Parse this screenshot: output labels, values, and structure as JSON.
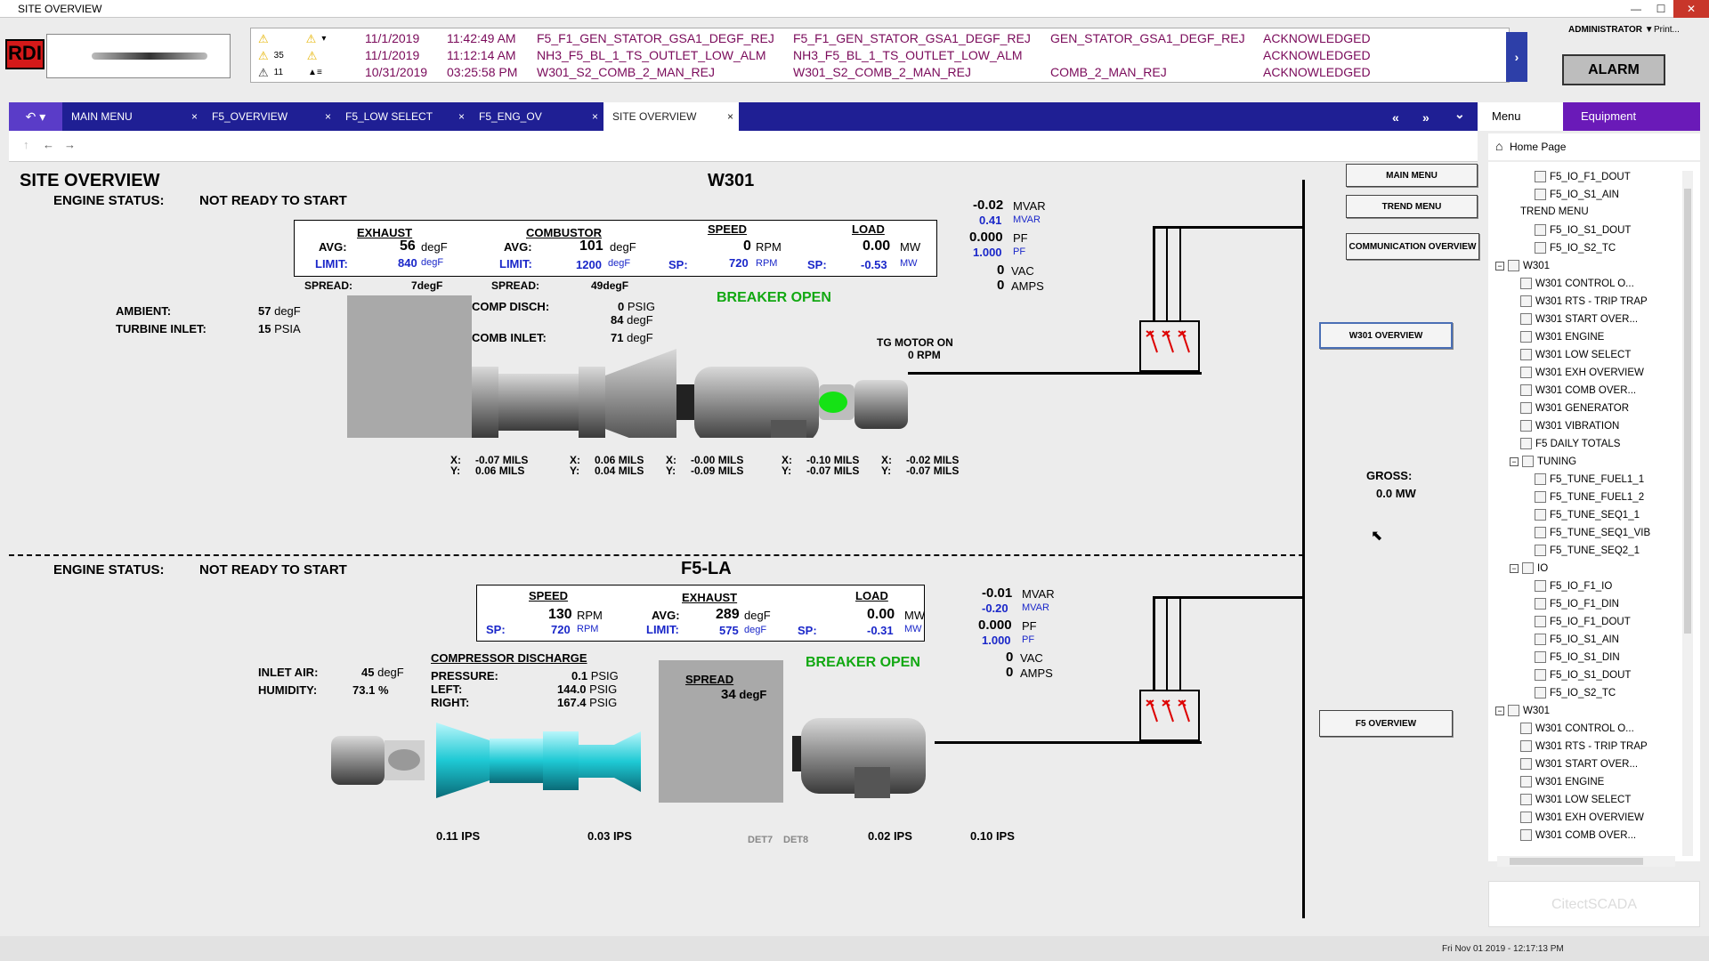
{
  "window": {
    "title": "SITE OVERVIEW",
    "min": "—",
    "max": "☐",
    "close": "✕"
  },
  "header": {
    "logo": "RDI",
    "admin": "ADMINISTRATOR ▼",
    "print": "Print...",
    "alarm_button": "ALARM",
    "next": "›",
    "icons": {
      "row1": "",
      "row2": "35",
      "row3": "11"
    }
  },
  "alarms": [
    {
      "date": "11/1/2019",
      "time": "11:42:49 AM",
      "tag": "F5_F1_GEN_STATOR_GSA1_DEGF_REJ",
      "desc": "F5_F1_GEN_STATOR_GSA1_DEGF_REJ",
      "equip": "GEN_STATOR_GSA1_DEGF_REJ",
      "state": "ACKNOWLEDGED"
    },
    {
      "date": "11/1/2019",
      "time": "11:12:14 AM",
      "tag": "NH3_F5_BL_1_TS_OUTLET_LOW_ALM",
      "desc": "NH3_F5_BL_1_TS_OUTLET_LOW_ALM",
      "equip": "",
      "state": "ACKNOWLEDGED"
    },
    {
      "date": "10/31/2019",
      "time": "03:25:58 PM",
      "tag": "W301_S2_COMB_2_MAN_REJ",
      "desc": "W301_S2_COMB_2_MAN_REJ",
      "equip": "COMB_2_MAN_REJ",
      "state": "ACKNOWLEDGED"
    }
  ],
  "tabs": [
    {
      "label": "MAIN MENU"
    },
    {
      "label": "F5_OVERVIEW"
    },
    {
      "label": "F5_LOW SELECT"
    },
    {
      "label": "F5_ENG_OV"
    },
    {
      "label": "SITE OVERVIEW"
    }
  ],
  "tab_close": "×",
  "nav": {
    "back_all": "«",
    "fwd_all": "»",
    "more": "⌄",
    "up": "↑",
    "back": "←",
    "fwd": "→",
    "corner": "↶ ▾"
  },
  "side_tabs": {
    "menu": "Menu",
    "equipment": "Equipment",
    "home": "Home Page"
  },
  "page": {
    "title": "SITE OVERVIEW"
  },
  "w301": {
    "name": "W301",
    "engine_status_label": "ENGINE STATUS:",
    "engine_status": "NOT READY TO START",
    "exhaust": "EXHAUST",
    "combustor": "COMBUSTOR",
    "speed": "SPEED",
    "load": "LOAD",
    "avg": "AVG:",
    "limit": "LIMIT:",
    "sp": "SP:",
    "exh_avg": "56",
    "exh_limit": "840",
    "comb_avg": "101",
    "comb_limit": "1200",
    "speed_val": "0",
    "speed_sp": "720",
    "load_val": "0.00",
    "load_sp": "-0.53",
    "degF": "degF",
    "rpm": "RPM",
    "mw": "MW",
    "spread": "SPREAD:",
    "spread1": "7",
    "spread2": "49",
    "spread_unit": "degF",
    "ambient_label": "AMBIENT:",
    "ambient": "57",
    "turbine_inlet_label": "TURBINE INLET:",
    "turbine_inlet": "15",
    "psia": "PSIA",
    "comp_disch_label": "COMP DISCH:",
    "comp_disch_psig": "0",
    "comp_disch_degf": "84",
    "comb_inlet_label": "COMB INLET:",
    "comb_inlet": "71",
    "psig": "PSIG",
    "breaker": "BREAKER OPEN",
    "tg_motor": "TG MOTOR ON",
    "tg_rpm": "0",
    "mvar": "-0.02",
    "mvar_sp": "0.41",
    "pf": "0.000",
    "pf_sp": "1.000",
    "vac": "0",
    "amps": "0",
    "mvar_u": "MVAR",
    "pf_u": "PF",
    "vac_u": "VAC",
    "amps_u": "AMPS",
    "vib": [
      {
        "x": "-0.07",
        "y": "0.06"
      },
      {
        "x": "0.06",
        "y": "0.04"
      },
      {
        "x": "-0.00",
        "y": "-0.09"
      },
      {
        "x": "-0.10",
        "y": "-0.07"
      },
      {
        "x": "-0.02",
        "y": "-0.07"
      }
    ],
    "xl": "X:",
    "yl": "Y:",
    "mils": "MILS"
  },
  "f5": {
    "name": "F5-LA",
    "engine_status_label": "ENGINE STATUS:",
    "engine_status": "NOT READY TO START",
    "speed": "SPEED",
    "exhaust": "EXHAUST",
    "load": "LOAD",
    "avg": "AVG:",
    "limit": "LIMIT:",
    "sp": "SP:",
    "speed_val": "130",
    "speed_sp": "720",
    "exh_avg": "289",
    "exh_limit": "575",
    "load_val": "0.00",
    "load_sp": "-0.31",
    "degF": "degF",
    "rpm": "RPM",
    "mw": "MW",
    "inlet_air_label": "INLET AIR:",
    "inlet_air": "45",
    "humidity_label": "HUMIDITY:",
    "humidity": "73.1",
    "pct": "%",
    "comp_disch": "COMPRESSOR DISCHARGE",
    "pressure_label": "PRESSURE:",
    "pressure": "0.1",
    "left_label": "LEFT:",
    "left": "144.0",
    "right_label": "RIGHT:",
    "right": "167.4",
    "psig": "PSIG",
    "spread": "SPREAD",
    "spread_val": "34",
    "breaker": "BREAKER OPEN",
    "mvar": "-0.01",
    "mvar_sp": "-0.20",
    "pf": "0.000",
    "pf_sp": "1.000",
    "vac": "0",
    "amps": "0",
    "mvar_u": "MVAR",
    "pf_u": "PF",
    "vac_u": "VAC",
    "amps_u": "AMPS",
    "ips": [
      "0.11",
      "0.03",
      "0.02",
      "0.10"
    ],
    "ips_u": "IPS",
    "det7": "DET7",
    "det8": "DET8"
  },
  "buttons": {
    "main_menu": "MAIN MENU",
    "trend_menu": "TREND MENU",
    "comm_overview": "COMMUNICATION OVERVIEW",
    "w301_overview": "W301 OVERVIEW",
    "f5_overview": "F5 OVERVIEW"
  },
  "gross": {
    "label": "GROSS:",
    "value": "0.0",
    "unit": "MW"
  },
  "tree": [
    {
      "label": "F5_IO_F1_DOUT",
      "lvl": 3
    },
    {
      "label": "F5_IO_S1_AIN",
      "lvl": 3
    },
    {
      "label": "TREND MENU",
      "lvl": 2,
      "plain": true
    },
    {
      "label": "F5_IO_S1_DOUT",
      "lvl": 3
    },
    {
      "label": "F5_IO_S2_TC",
      "lvl": 3
    },
    {
      "label": "W301",
      "lvl": 1,
      "exp": "−"
    },
    {
      "label": "W301 CONTROL O...",
      "lvl": 2
    },
    {
      "label": "W301 RTS - TRIP TRAP",
      "lvl": 2
    },
    {
      "label": "W301 START OVER...",
      "lvl": 2
    },
    {
      "label": "W301 ENGINE",
      "lvl": 2
    },
    {
      "label": "W301 LOW SELECT",
      "lvl": 2
    },
    {
      "label": "W301 EXH OVERVIEW",
      "lvl": 2
    },
    {
      "label": "W301 COMB OVER...",
      "lvl": 2
    },
    {
      "label": "W301 GENERATOR",
      "lvl": 2
    },
    {
      "label": "W301 VIBRATION",
      "lvl": 2
    },
    {
      "label": "F5 DAILY TOTALS",
      "lvl": 2
    },
    {
      "label": "TUNING",
      "lvl": 2,
      "exp": "−"
    },
    {
      "label": "F5_TUNE_FUEL1_1",
      "lvl": 3
    },
    {
      "label": "F5_TUNE_FUEL1_2",
      "lvl": 3
    },
    {
      "label": "F5_TUNE_SEQ1_1",
      "lvl": 3
    },
    {
      "label": "F5_TUNE_SEQ1_VIB",
      "lvl": 3
    },
    {
      "label": "F5_TUNE_SEQ2_1",
      "lvl": 3
    },
    {
      "label": "IO",
      "lvl": 2,
      "exp": "−"
    },
    {
      "label": "F5_IO_F1_IO",
      "lvl": 3
    },
    {
      "label": "F5_IO_F1_DIN",
      "lvl": 3
    },
    {
      "label": "F5_IO_F1_DOUT",
      "lvl": 3
    },
    {
      "label": "F5_IO_S1_AIN",
      "lvl": 3
    },
    {
      "label": "F5_IO_S1_DIN",
      "lvl": 3
    },
    {
      "label": "F5_IO_S1_DOUT",
      "lvl": 3
    },
    {
      "label": "F5_IO_S2_TC",
      "lvl": 3
    },
    {
      "label": "W301",
      "lvl": 1,
      "exp": "−"
    },
    {
      "label": "W301 CONTROL O...",
      "lvl": 2
    },
    {
      "label": "W301 RTS - TRIP TRAP",
      "lvl": 2
    },
    {
      "label": "W301 START OVER...",
      "lvl": 2
    },
    {
      "label": "W301 ENGINE",
      "lvl": 2
    },
    {
      "label": "W301 LOW SELECT",
      "lvl": 2
    },
    {
      "label": "W301 EXH OVERVIEW",
      "lvl": 2
    },
    {
      "label": "W301 COMB OVER...",
      "lvl": 2
    }
  ],
  "brand": "CitectSCADA",
  "status": "Fri Nov 01 2019 - 12:17:13 PM",
  "colors": {
    "tabbar": "#1f1f94",
    "equipment_tab": "#6a1ab8",
    "alarm_text": "#7a0a5a",
    "breaker": "#12a812",
    "setpoint": "#1a27c9",
    "cyan": "#1ec9d4"
  }
}
